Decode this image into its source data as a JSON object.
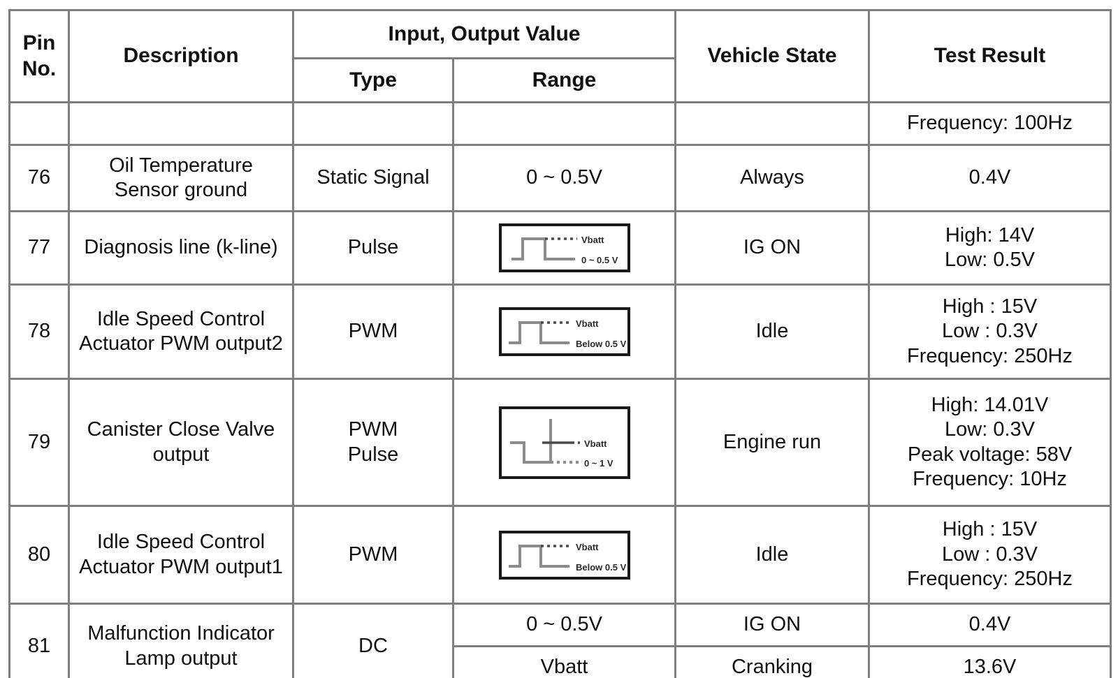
{
  "table": {
    "headers": {
      "pin_no": "Pin\nNo.",
      "description": "Description",
      "input_output_value": "Input, Output Value",
      "type": "Type",
      "range": "Range",
      "vehicle_state": "Vehicle State",
      "test_result": "Test Result"
    },
    "rows": [
      {
        "pin": "",
        "description": "",
        "type": "",
        "range": "",
        "vehicle_state": "",
        "test_result": "Frequency: 100Hz",
        "range_kind": "text"
      },
      {
        "pin": "76",
        "description": "Oil Temperature\nSensor ground",
        "type": "Static Signal",
        "range": "0 ~ 0.5V",
        "vehicle_state": "Always",
        "test_result": "0.4V",
        "range_kind": "text"
      },
      {
        "pin": "77",
        "description": "Diagnosis line (k-line)",
        "type": "Pulse",
        "range": "",
        "vehicle_state": "IG ON",
        "test_result": "High: 14V\nLow: 0.5V",
        "range_kind": "waveform",
        "waveform": {
          "shape": "pulse-high",
          "top_label": "Vbatt",
          "bottom_label": "0 ~ 0.5 V"
        }
      },
      {
        "pin": "78",
        "description": "Idle Speed Control\nActuator PWM output2",
        "type": "PWM",
        "range": "",
        "vehicle_state": "Idle",
        "test_result": "High : 15V\nLow : 0.3V\nFrequency: 250Hz",
        "range_kind": "waveform",
        "waveform": {
          "shape": "pulse-high",
          "top_label": "Vbatt",
          "bottom_label": "Below 0.5 V"
        }
      },
      {
        "pin": "79",
        "description": "Canister Close Valve\noutput",
        "type": "PWM\nPulse",
        "range": "",
        "vehicle_state": "Engine run",
        "test_result": "High: 14.01V\nLow: 0.3V\nPeak voltage: 58V\nFrequency: 10Hz",
        "range_kind": "waveform",
        "waveform": {
          "shape": "pulse-low-spike",
          "top_label": "Vbatt",
          "bottom_label": "0 ~ 1 V"
        }
      },
      {
        "pin": "80",
        "description": "Idle Speed Control\nActuator PWM output1",
        "type": "PWM",
        "range": "",
        "vehicle_state": "Idle",
        "test_result": "High : 15V\nLow : 0.3V\nFrequency: 250Hz",
        "range_kind": "waveform",
        "waveform": {
          "shape": "pulse-high",
          "top_label": "Vbatt",
          "bottom_label": "Below 0.5 V"
        }
      },
      {
        "pin": "81",
        "description": "Malfunction Indicator\nLamp output",
        "type": "DC",
        "sub_rows": [
          {
            "range": "0 ~ 0.5V",
            "vehicle_state": "IG ON",
            "test_result": "0.4V"
          },
          {
            "range": "Vbatt",
            "vehicle_state": "Cranking",
            "test_result": "13.6V"
          }
        ],
        "range_kind": "split"
      }
    ]
  },
  "colors": {
    "grid_border": "#7f7f7f",
    "waveform_box_border": "#1a1a1a",
    "waveform_trace": "#8c8c8c",
    "text": "#111111",
    "background": "#ffffff"
  }
}
